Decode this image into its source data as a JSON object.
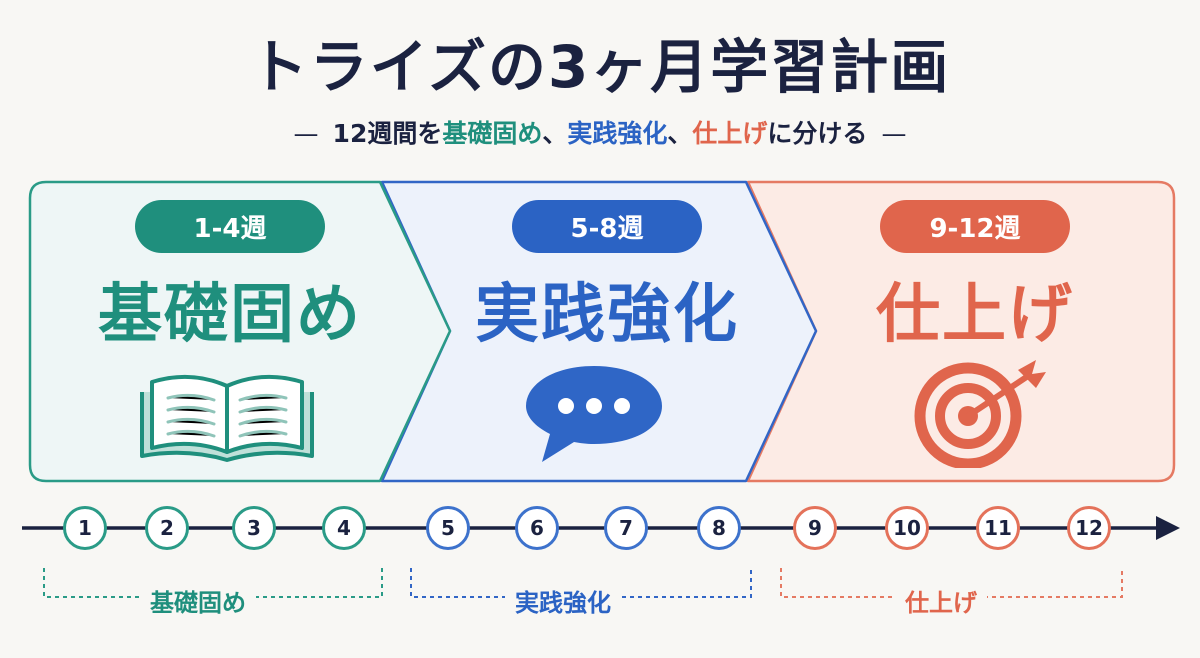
{
  "title": "トライズの3ヶ月学習計画",
  "subtitle": {
    "dash": "—",
    "prefix": "12週間を",
    "phase1": "基礎固め",
    "sep1": "、",
    "phase2": "実践強化",
    "sep2": "、",
    "phase3": "仕上げ",
    "suffix": "に分ける"
  },
  "phases": [
    {
      "weeks": "1-4週",
      "name": "基礎固め",
      "color": "#1f8f7d",
      "icon": "open-book-icon"
    },
    {
      "weeks": "5-8週",
      "name": "実践強化",
      "color": "#2b63c4",
      "icon": "speech-bubble-icon"
    },
    {
      "weeks": "9-12週",
      "name": "仕上げ",
      "color": "#e0654c",
      "icon": "target-arrow-icon"
    }
  ],
  "timeline": {
    "weeks": [
      "1",
      "2",
      "3",
      "4",
      "5",
      "6",
      "7",
      "8",
      "9",
      "10",
      "11",
      "12"
    ],
    "brackets": [
      "基礎固め",
      "実践強化",
      "仕上げ"
    ]
  }
}
